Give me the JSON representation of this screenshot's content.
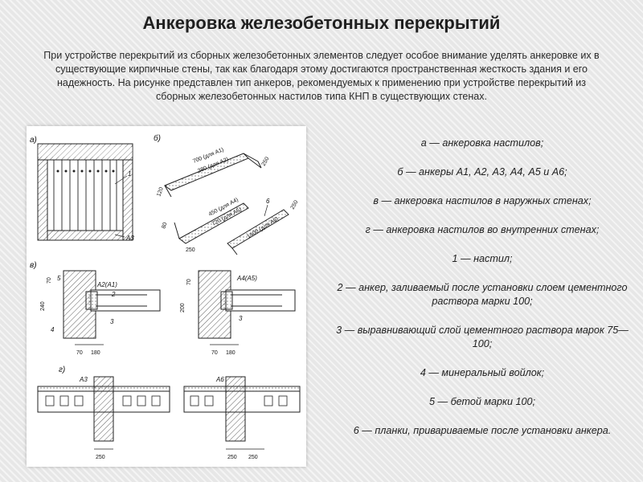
{
  "slide": {
    "title": "Анкеровка железобетонных перекрытий",
    "intro": "При устройстве перекрытий из сборных железобетонных элементов следует особое внимание уделять анкеровке их в существующие кирпичные стены, так как благодаря этому достигаются пространственная жесткость здания и его надежность. На рисунке представлен тип анкеров, рекомендуемых к применению при устройстве перекрытий из сборных железобетонных настилов типа КНП в существующих стенах."
  },
  "figure": {
    "panel_labels": {
      "a": "а)",
      "b": "б)",
      "v": "в)",
      "g": "г)"
    },
    "a": {
      "n1": "1",
      "a3": "А3"
    },
    "b": {
      "len700": "700 (для А1)",
      "len380": "380 (для А2)",
      "len450": "450 (для А4)",
      "len720": "720 (для А5)",
      "len1400": "1400 (для А6)",
      "w250a": "250",
      "w250b": "250",
      "w80": "80",
      "w120": "120",
      "w250c": "250",
      "n6": "6"
    },
    "v": {
      "anchor_left": "А2(А1)",
      "anchor_right": "А4(А5)",
      "n5": "5",
      "n2": "2",
      "n3a": "3",
      "n3b": "3",
      "n4": "4",
      "h240": "240",
      "h70": "70",
      "h200": "200",
      "h70b": "70",
      "d70a": "70",
      "d180a": "180",
      "d70b": "70",
      "d180b": "180"
    },
    "g": {
      "a3": "А3",
      "a6": "А6",
      "d250a": "250",
      "d250b": "250",
      "d250c": "250"
    }
  },
  "legend": [
    "а — анкеровка настилов;",
    "б — анкеры А1, А2, А3, А4, А5 и А6;",
    "в — анкеровка настилов в наружных стенах;",
    "г — анкеровка настилов во внутренних стенах;",
    "1 — настил;",
    "2 — анкер, заливаемый после установки слоем цементного раствора марки 100;",
    "3 — выравнивающий слой цементного раствора марок 75— 100;",
    "4 — минеральный войлок;",
    "5 — бетой марки 100;",
    "6 — планки, привариваемые после установки анкера."
  ]
}
